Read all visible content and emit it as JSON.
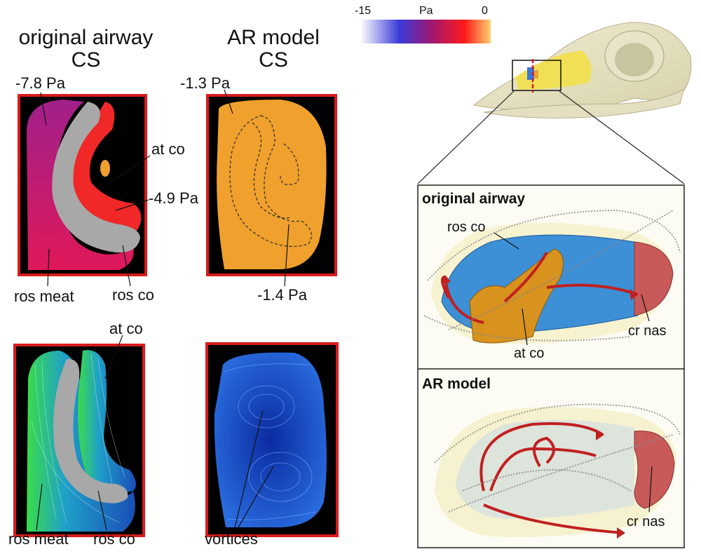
{
  "titles": {
    "left_line1": "original airway",
    "left_line2": "CS",
    "mid_line1": "AR model",
    "mid_line2": "CS"
  },
  "colorbar": {
    "min_label": "-15",
    "unit_label": "Pa",
    "max_label": "0",
    "colors": [
      "#ffffff",
      "#3a3ad8",
      "#a01870",
      "#ff1a1a",
      "#ffd070"
    ]
  },
  "pressure_labels": {
    "orig_top": "-7.8 Pa",
    "orig_mid": "-4.9 Pa",
    "ar_top": "-1.3 Pa",
    "ar_bottom": "-1.4 Pa"
  },
  "structure_labels": {
    "at_co_top": "at co",
    "ros_meat_top": "ros meat",
    "ros_co_top": "ros co",
    "at_co_bottom": "at co",
    "ros_meat_bottom": "ros meat",
    "ros_co_bottom": "ros co",
    "vortices": "vortices"
  },
  "right_panels": {
    "orig_title": "original airway",
    "orig_ros_co": "ros co",
    "orig_at_co": "at co",
    "orig_cr_nas": "cr nas",
    "ar_title": "AR model",
    "ar_cr_nas": "cr nas"
  }
}
